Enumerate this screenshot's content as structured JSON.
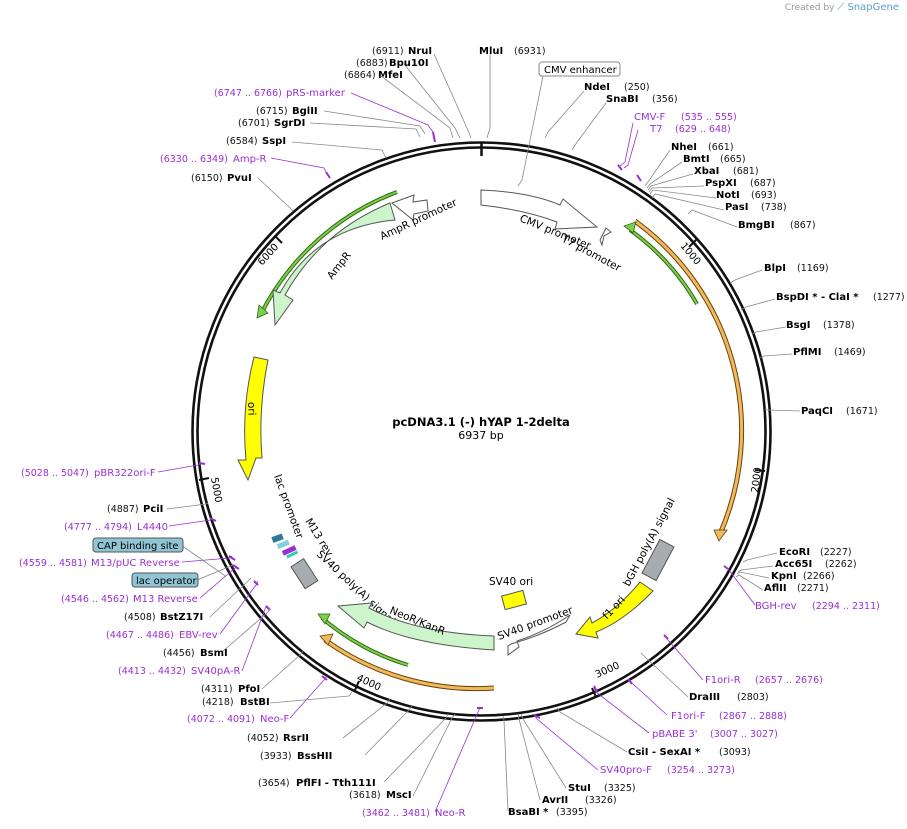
{
  "credit": {
    "created_by": "Created by",
    "brand": "SnapGene"
  },
  "plasmid": {
    "name": "pcDNA3.1 (-) hYAP 1-2delta",
    "size": "6937 bp",
    "length": 6937
  },
  "ticks": [
    {
      "pos": 1000,
      "label": "1000"
    },
    {
      "pos": 2000,
      "label": "2000"
    },
    {
      "pos": 3000,
      "label": "3000"
    },
    {
      "pos": 4000,
      "label": "4000"
    },
    {
      "pos": 5000,
      "label": "5000"
    },
    {
      "pos": 6000,
      "label": "6000"
    }
  ],
  "sites": [
    {
      "name": "NruI",
      "pos": "(6911)"
    },
    {
      "name": "MluI",
      "pos": "(6931)"
    },
    {
      "name": "Bpu10I",
      "pos": "(6883)"
    },
    {
      "name": "MfeI",
      "pos": "(6864)"
    },
    {
      "name": "BglII",
      "pos": "(6715)"
    },
    {
      "name": "SgrDI",
      "pos": "(6701)"
    },
    {
      "name": "SspI",
      "pos": "(6584)"
    },
    {
      "name": "PvuI",
      "pos": "(6150)"
    },
    {
      "name": "NdeI",
      "pos": "(250)"
    },
    {
      "name": "SnaBI",
      "pos": "(356)"
    },
    {
      "name": "NheI",
      "pos": "(661)"
    },
    {
      "name": "BmtI",
      "pos": "(665)"
    },
    {
      "name": "XbaI",
      "pos": "(681)"
    },
    {
      "name": "PspXI",
      "pos": "(687)"
    },
    {
      "name": "NotI",
      "pos": "(693)"
    },
    {
      "name": "PasI",
      "pos": "(738)"
    },
    {
      "name": "BmgBI",
      "pos": "(867)"
    },
    {
      "name": "BlpI",
      "pos": "(1169)"
    },
    {
      "name": "BspDI * - ClaI *",
      "pos": "(1277)"
    },
    {
      "name": "BsgI",
      "pos": "(1378)"
    },
    {
      "name": "PflMI",
      "pos": "(1469)"
    },
    {
      "name": "PaqCI",
      "pos": "(1671)"
    },
    {
      "name": "EcoRI",
      "pos": "(2227)"
    },
    {
      "name": "Acc65I",
      "pos": "(2262)"
    },
    {
      "name": "KpnI",
      "pos": "(2266)"
    },
    {
      "name": "AflII",
      "pos": "(2271)"
    },
    {
      "name": "DraIII",
      "pos": "(2803)"
    },
    {
      "name": "CsiI - SexAI *",
      "pos": "(3093)"
    },
    {
      "name": "StuI",
      "pos": "(3325)"
    },
    {
      "name": "AvrII",
      "pos": "(3326)"
    },
    {
      "name": "BsaBI *",
      "pos": "(3395)"
    },
    {
      "name": "MscI",
      "pos": "(3618)"
    },
    {
      "name": "PflFI - Tth111I",
      "pos": "(3654)"
    },
    {
      "name": "BssHII",
      "pos": "(3933)"
    },
    {
      "name": "RsrII",
      "pos": "(4052)"
    },
    {
      "name": "BstBI",
      "pos": "(4218)"
    },
    {
      "name": "PfoI",
      "pos": "(4311)"
    },
    {
      "name": "BsmI",
      "pos": "(4456)"
    },
    {
      "name": "BstZ17I",
      "pos": "(4508)"
    },
    {
      "name": "PciI",
      "pos": "(4887)"
    }
  ],
  "primers": [
    {
      "range": "(6747 .. 6766)",
      "name": "pRS-marker"
    },
    {
      "range": "(6330 .. 6349)",
      "name": "Amp-R"
    },
    {
      "range": "(535 .. 555)",
      "name": "CMV-F"
    },
    {
      "range": "(629 .. 648)",
      "name": "T7"
    },
    {
      "range": "(2294 .. 2311)",
      "name": "BGH-rev"
    },
    {
      "range": "(2657 .. 2676)",
      "name": "F1ori-R"
    },
    {
      "range": "(2867 .. 2888)",
      "name": "F1ori-F"
    },
    {
      "range": "(3007 .. 3027)",
      "name": "pBABE 3'"
    },
    {
      "range": "(3254 .. 3273)",
      "name": "SV40pro-F"
    },
    {
      "range": "(3462 .. 3481)",
      "name": "Neo-R"
    },
    {
      "range": "(4072 .. 4091)",
      "name": "Neo-F"
    },
    {
      "range": "(4413 .. 4432)",
      "name": "SV40pA-R"
    },
    {
      "range": "(4467 .. 4486)",
      "name": "EBV-rev"
    },
    {
      "range": "(4546 .. 4562)",
      "name": "M13 Reverse"
    },
    {
      "range": "(4559 .. 4581)",
      "name": "M13/pUC Reverse"
    },
    {
      "range": "(4777 .. 4794)",
      "name": "L4440"
    },
    {
      "range": "(5028 .. 5047)",
      "name": "pBR322ori-F"
    }
  ],
  "boxed_features": [
    {
      "name": "CMV enhancer"
    },
    {
      "name": "CAP binding site"
    },
    {
      "name": "lac operator"
    }
  ],
  "features": [
    {
      "name": "CMV promoter"
    },
    {
      "name": "T7 promoter"
    },
    {
      "name": "AmpR promoter"
    },
    {
      "name": "AmpR"
    },
    {
      "name": "ori"
    },
    {
      "name": "lac promoter"
    },
    {
      "name": "M13 rev"
    },
    {
      "name": "SV40 poly(A) signal"
    },
    {
      "name": "NeoR/KanR"
    },
    {
      "name": "SV40 promoter"
    },
    {
      "name": "SV40 ori"
    },
    {
      "name": "f1 ori"
    },
    {
      "name": "bGH poly(A) signal"
    }
  ],
  "colors": {
    "primer": "#9a2fd0",
    "ori": "#ffff00",
    "ampr": "#ccf5cc",
    "orf_track": "#f0b860",
    "green_track": "#3a7a10",
    "polya": "#a8abb0",
    "box_fill": "#8fc5d4"
  }
}
